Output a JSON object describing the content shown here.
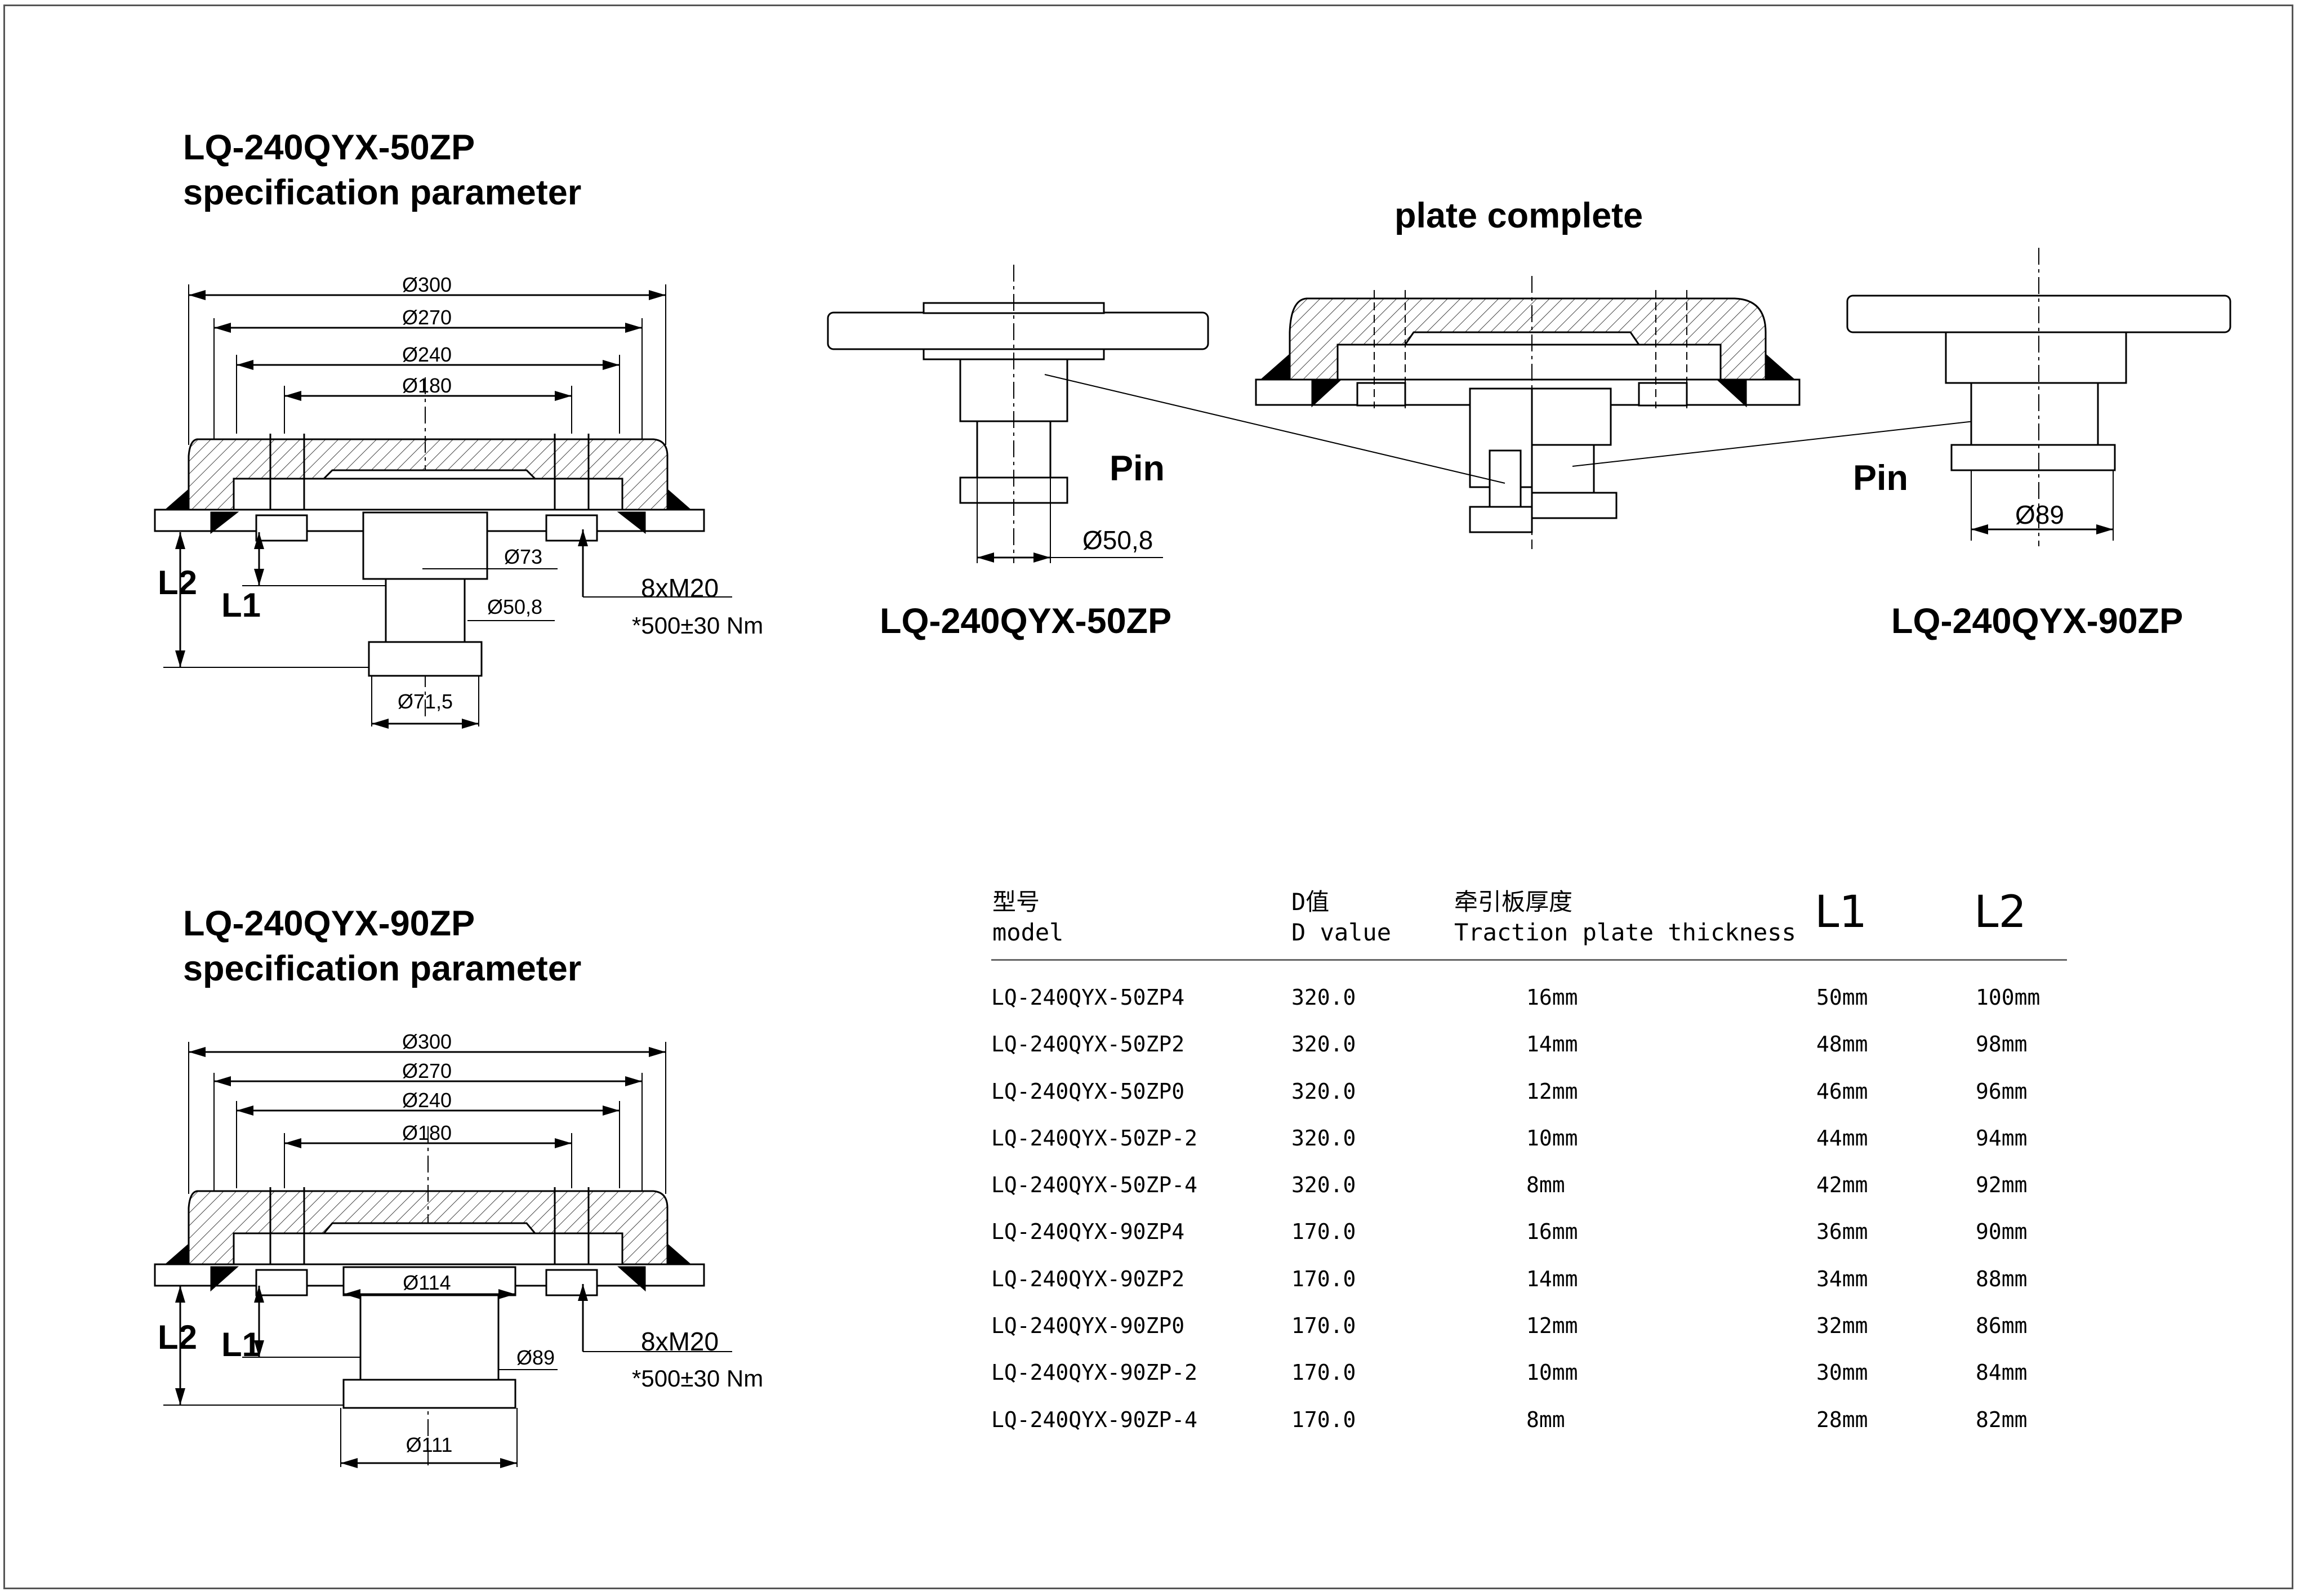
{
  "sections": {
    "top_left": {
      "title": "LQ-240QYX-50ZP",
      "subtitle": "specification parameter"
    },
    "bottom_left": {
      "title": "LQ-240QYX-90ZP",
      "subtitle": "specification parameter"
    },
    "plate_complete": "plate complete"
  },
  "drawing_50zp": {
    "dims": {
      "d300": "Ø300",
      "d270": "Ø270",
      "d240": "Ø240",
      "d180": "Ø180",
      "d73": "Ø73",
      "d50_8": "Ø50,8",
      "d71_5": "Ø71,5"
    },
    "labels": {
      "l1": "L1",
      "l2": "L2",
      "bolt": "8xM20",
      "torque": "*500±30 Nm"
    }
  },
  "drawing_90zp": {
    "dims": {
      "d300": "Ø300",
      "d270": "Ø270",
      "d240": "Ø240",
      "d180": "Ø180",
      "d114": "Ø114",
      "d89": "Ø89",
      "d111": "Ø111"
    },
    "labels": {
      "l1": "L1",
      "l2": "L2",
      "bolt": "8xM20",
      "torque": "*500±30 Nm"
    }
  },
  "pin_left": {
    "label": "Pin",
    "dim": "Ø50,8",
    "model": "LQ-240QYX-50ZP"
  },
  "pin_right": {
    "label": "Pin",
    "dim": "Ø89",
    "model": "LQ-240QYX-90ZP"
  },
  "table": {
    "headers": {
      "model_cn": "型号",
      "model_en": "model",
      "d_cn": "D值",
      "d_en": "D value",
      "thick_cn": "牵引板厚度",
      "thick_en": "Traction plate thickness",
      "l1": "L1",
      "l2": "L2"
    },
    "rows": [
      {
        "model": "LQ-240QYX-50ZP4",
        "d": "320.0",
        "thickness": "16mm",
        "l1": "50mm",
        "l2": "100mm"
      },
      {
        "model": "LQ-240QYX-50ZP2",
        "d": "320.0",
        "thickness": "14mm",
        "l1": "48mm",
        "l2": "98mm"
      },
      {
        "model": "LQ-240QYX-50ZP0",
        "d": "320.0",
        "thickness": "12mm",
        "l1": "46mm",
        "l2": "96mm"
      },
      {
        "model": "LQ-240QYX-50ZP-2",
        "d": "320.0",
        "thickness": "10mm",
        "l1": "44mm",
        "l2": "94mm"
      },
      {
        "model": "LQ-240QYX-50ZP-4",
        "d": "320.0",
        "thickness": "8mm",
        "l1": "42mm",
        "l2": "92mm"
      },
      {
        "model": "LQ-240QYX-90ZP4",
        "d": "170.0",
        "thickness": "16mm",
        "l1": "36mm",
        "l2": "90mm"
      },
      {
        "model": "LQ-240QYX-90ZP2",
        "d": "170.0",
        "thickness": "14mm",
        "l1": "34mm",
        "l2": "88mm"
      },
      {
        "model": "LQ-240QYX-90ZP0",
        "d": "170.0",
        "thickness": "12mm",
        "l1": "32mm",
        "l2": "86mm"
      },
      {
        "model": "LQ-240QYX-90ZP-2",
        "d": "170.0",
        "thickness": "10mm",
        "l1": "30mm",
        "l2": "84mm"
      },
      {
        "model": "LQ-240QYX-90ZP-4",
        "d": "170.0",
        "thickness": "8mm",
        "l1": "28mm",
        "l2": "82mm"
      }
    ]
  }
}
